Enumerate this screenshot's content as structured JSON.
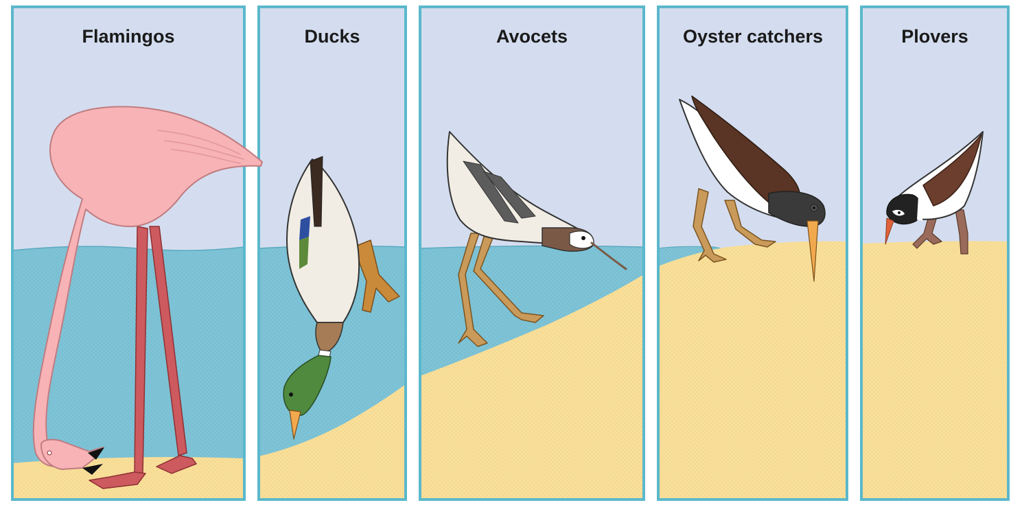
{
  "figure": {
    "panels": [
      {
        "id": "flamingos",
        "title": "Flamingos"
      },
      {
        "id": "ducks",
        "title": "Ducks"
      },
      {
        "id": "avocets",
        "title": "Avocets"
      },
      {
        "id": "oyster-catchers",
        "title": "Oyster catchers"
      },
      {
        "id": "plovers",
        "title": "Plovers"
      }
    ],
    "colors": {
      "sky": "#d4ddef",
      "water": "#7ec3d6",
      "sand": "#f8df9a",
      "frame": "#5bb8cc",
      "flamingo_body": "#f7b3b6",
      "flamingo_legs": "#cc5a5e"
    }
  }
}
